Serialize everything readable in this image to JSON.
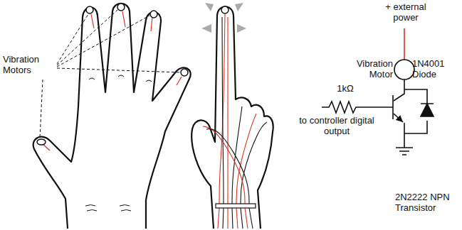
{
  "diagram": {
    "labels": [
      "Vibration Motors",
      "+ external power",
      "Vibration Motor",
      "1N4001 Diode",
      "1kΩ",
      "to controller digital output",
      "2N2222 NPN Transistor"
    ]
  }
}
